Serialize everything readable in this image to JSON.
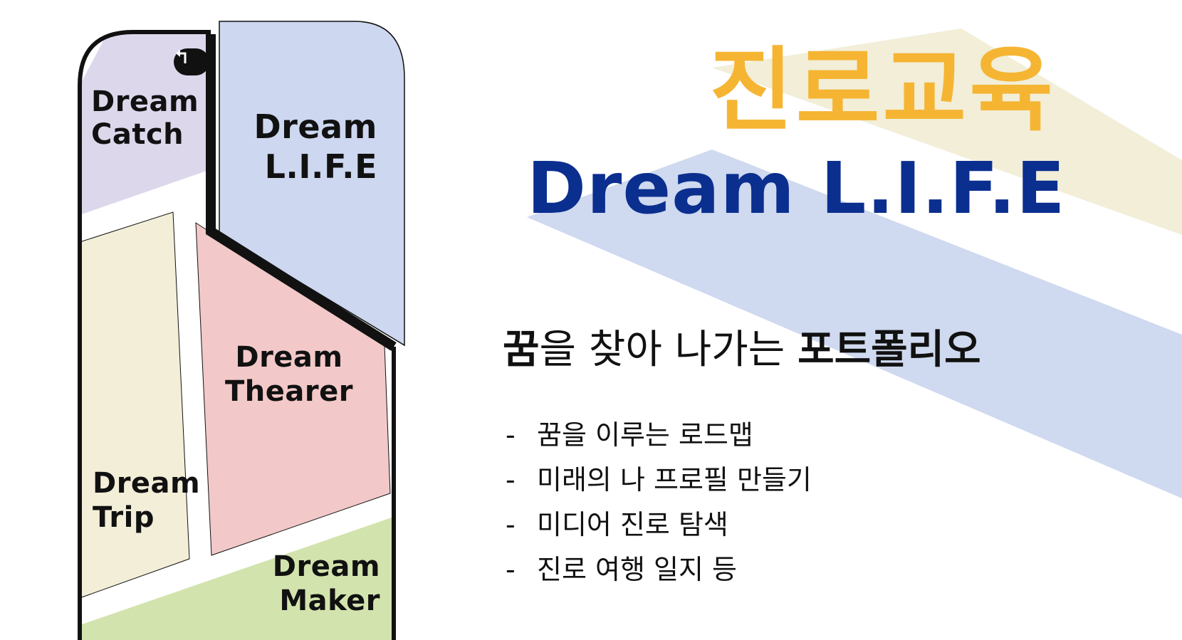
{
  "icons": {
    "back": "return-arrow-icon"
  },
  "colors": {
    "title_ko": "#f5b533",
    "title_en": "#0b2f8f",
    "band_yellow": "#f2eed8",
    "band_blue": "#cfd9ef",
    "zone_catch": "#ddd7ec",
    "zone_life": "#cdd7ef",
    "zone_trip": "#f2eed8",
    "zone_thearer": "#f2c8c8",
    "zone_maker": "#d2e3ad"
  },
  "zones": {
    "catch": {
      "line1": "Dream",
      "line2": "Catch"
    },
    "life": {
      "line1": "Dream",
      "line2": "L.I.F.E"
    },
    "thearer": {
      "line1": "Dream",
      "line2": "Thearer"
    },
    "trip": {
      "line1": "Dream",
      "line2": "Trip"
    },
    "maker": {
      "line1": "Dream",
      "line2": "Maker"
    }
  },
  "heading": {
    "title_ko": "진로교육",
    "title_en": "Dream L.I.F.E"
  },
  "tagline": {
    "part1": "꿈",
    "part2": "을 찾아 나가는 ",
    "part3": "포트폴리오"
  },
  "bullets": [
    {
      "dash": "-",
      "text": "꿈을 이루는 로드맵"
    },
    {
      "dash": "-",
      "text": "미래의 나 프로필 만들기"
    },
    {
      "dash": "-",
      "text": "미디어 진로 탐색"
    },
    {
      "dash": "-",
      "text": "진로 여행 일지 등"
    }
  ]
}
